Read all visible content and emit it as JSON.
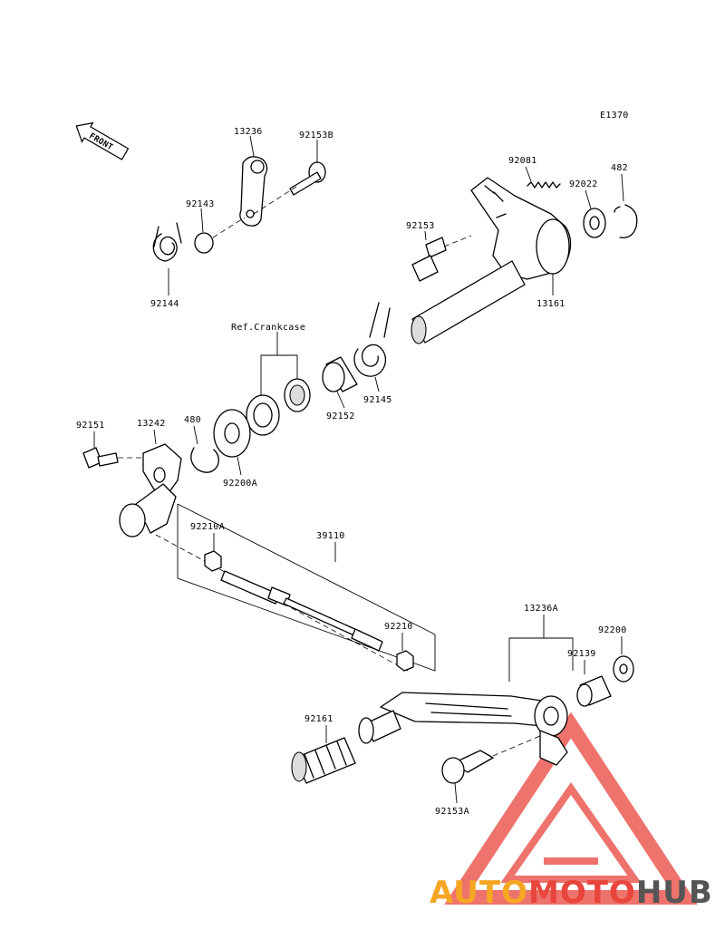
{
  "diagram_code": "E1370",
  "front_label": "FRONT",
  "ref_note": "Ref.Crankcase",
  "parts": {
    "p13236": "13236",
    "p92153B": "92153B",
    "p92143": "92143",
    "p92144": "92144",
    "p92081": "92081",
    "p482": "482",
    "p92022": "92022",
    "p92153": "92153",
    "p13161": "13161",
    "p92145": "92145",
    "p92152": "92152",
    "p92151": "92151",
    "p13242": "13242",
    "p480": "480",
    "p92200A": "92200A",
    "p92210A": "92210A",
    "p39110": "39110",
    "p92210": "92210",
    "p13236A": "13236A",
    "p92200": "92200",
    "p92139": "92139",
    "p92161": "92161",
    "p92153A": "92153A"
  },
  "watermark": {
    "part1": "AUTO",
    "part2": "MOTO",
    "part3": "HUB",
    "color_orange": "#f5a623",
    "color_red": "#e8453c",
    "color_gray": "#555555"
  }
}
